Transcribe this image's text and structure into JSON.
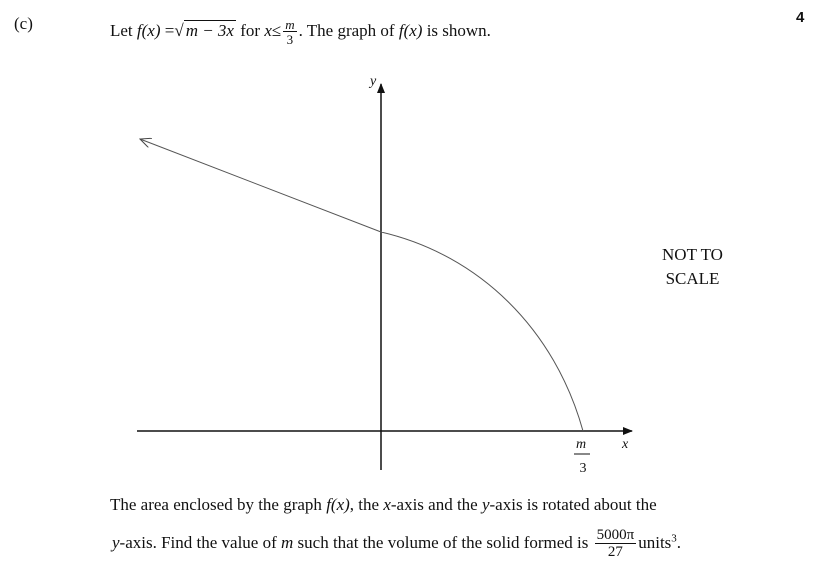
{
  "part_label": "(c)",
  "page_number": "4",
  "question": {
    "let": "Let",
    "func": "f(x)",
    "eq": "=",
    "sqrt_expr": "m − 3x",
    "for_text": "for",
    "var_x": "x",
    "leq": "≤",
    "frac_num": "m",
    "frac_den": "3",
    "tail_1": ". The graph of",
    "func2": "f(x)",
    "tail_2": "is shown."
  },
  "graph": {
    "y_axis_label": "y",
    "x_axis_label": "x",
    "x_intercept_num": "m",
    "x_intercept_den": "3"
  },
  "note_text": "NOT TO SCALE",
  "body": {
    "p1_a": "The area enclosed by the graph",
    "p1_f": "f(x)",
    "p1_b": ", the",
    "p1_x": "x",
    "p1_c": "-axis and the",
    "p1_y": "y",
    "p1_d": "-axis is rotated about the",
    "p2_y": "y",
    "p2_a": "-axis. Find the value of",
    "p2_m": "m",
    "p2_b": "such that the volume of the solid formed is",
    "vol_num": "5000π",
    "vol_den": "27",
    "units": "units",
    "units_exp": "3",
    "end": "."
  }
}
